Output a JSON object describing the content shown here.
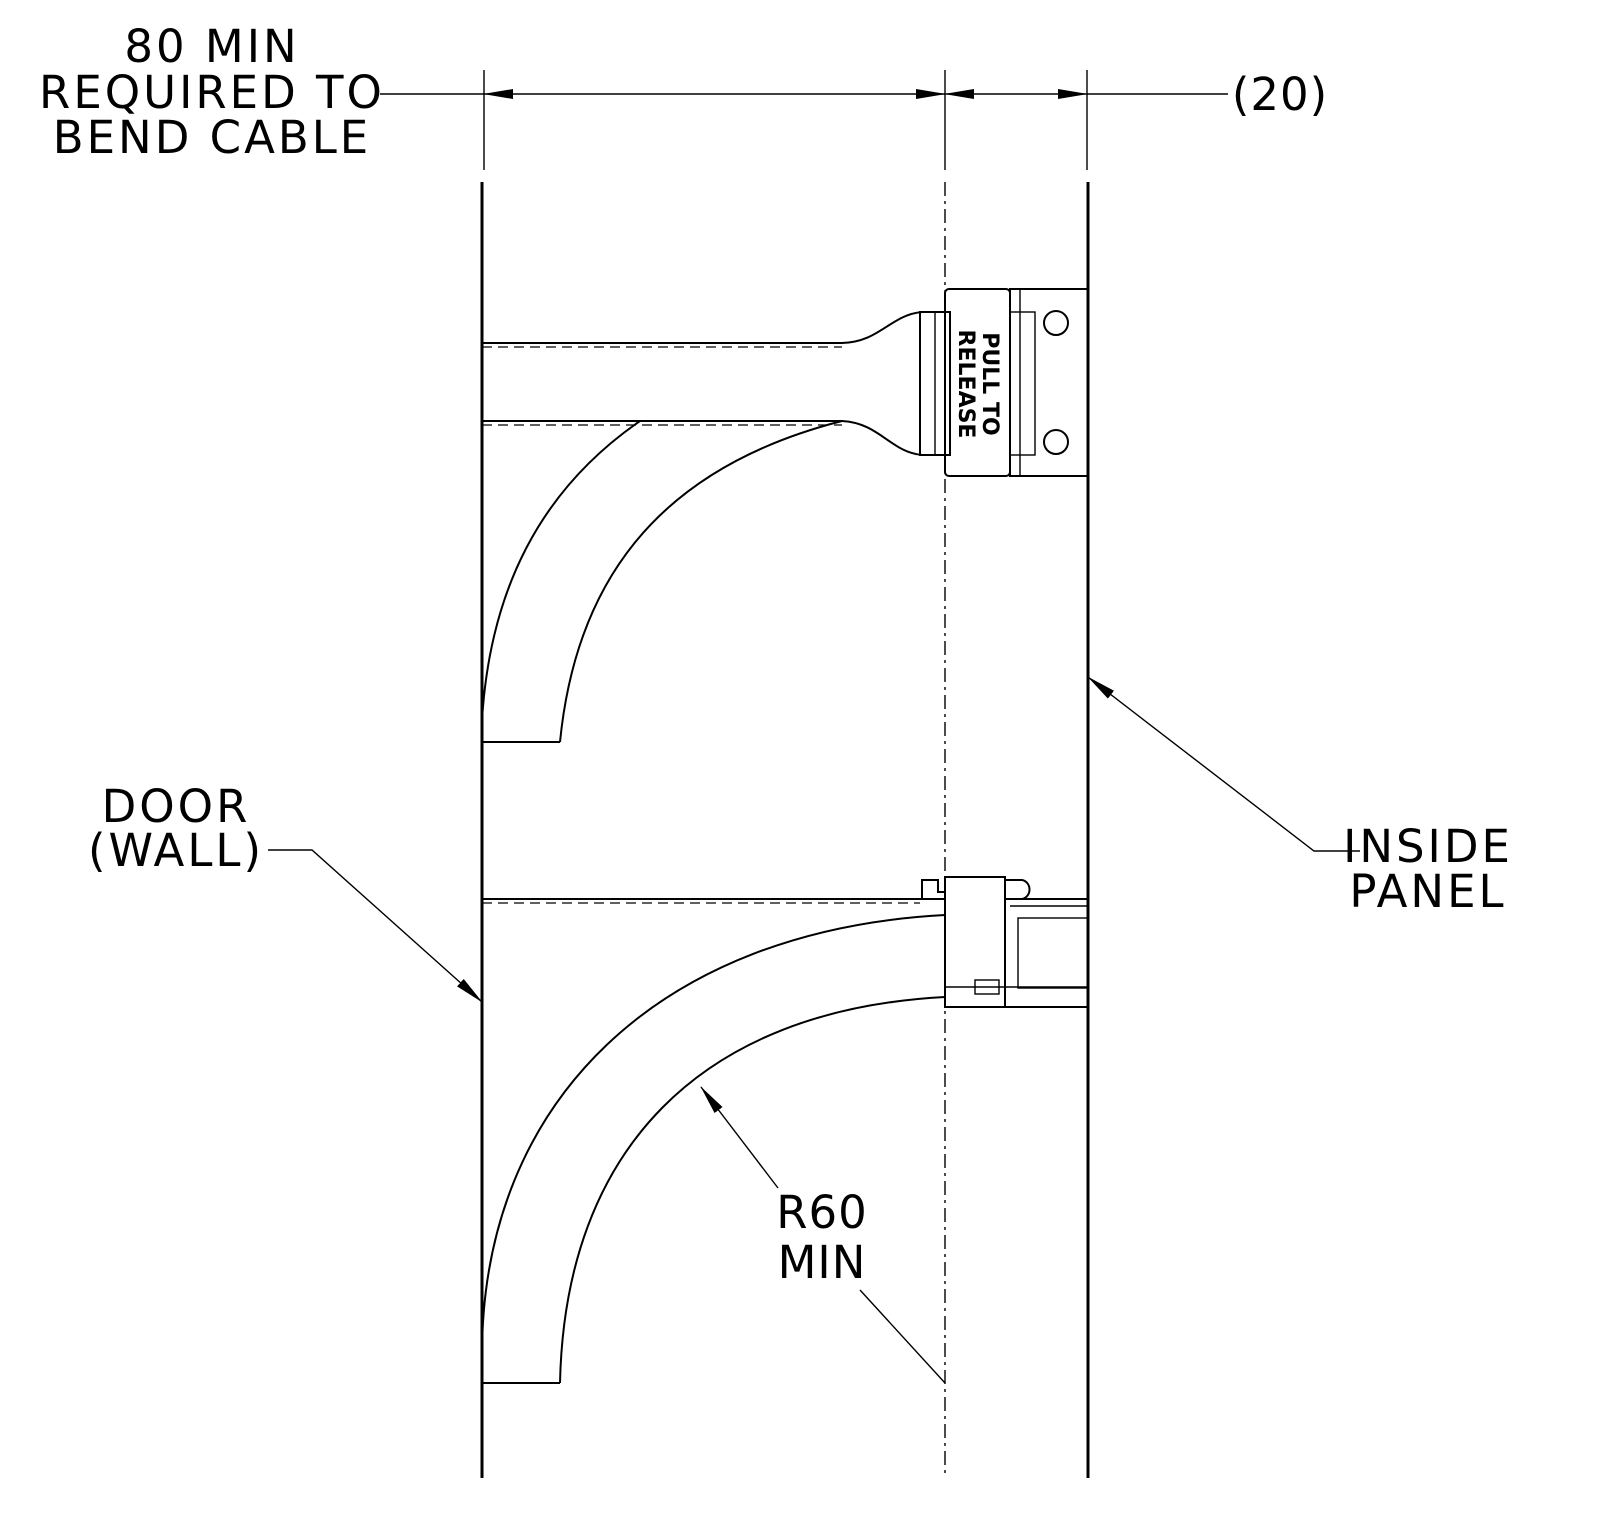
{
  "dimensions": {
    "top_left": [
      "80 MIN",
      "REQUIRED TO",
      "BEND CABLE"
    ],
    "top_right": "(20)"
  },
  "labels": {
    "door": [
      "DOOR",
      "(WALL)"
    ],
    "inside_panel": [
      "INSIDE",
      "PANEL"
    ],
    "bend_radius": [
      "R60",
      "MIN"
    ],
    "connector": [
      "PULL TO",
      "RELEASE"
    ]
  }
}
